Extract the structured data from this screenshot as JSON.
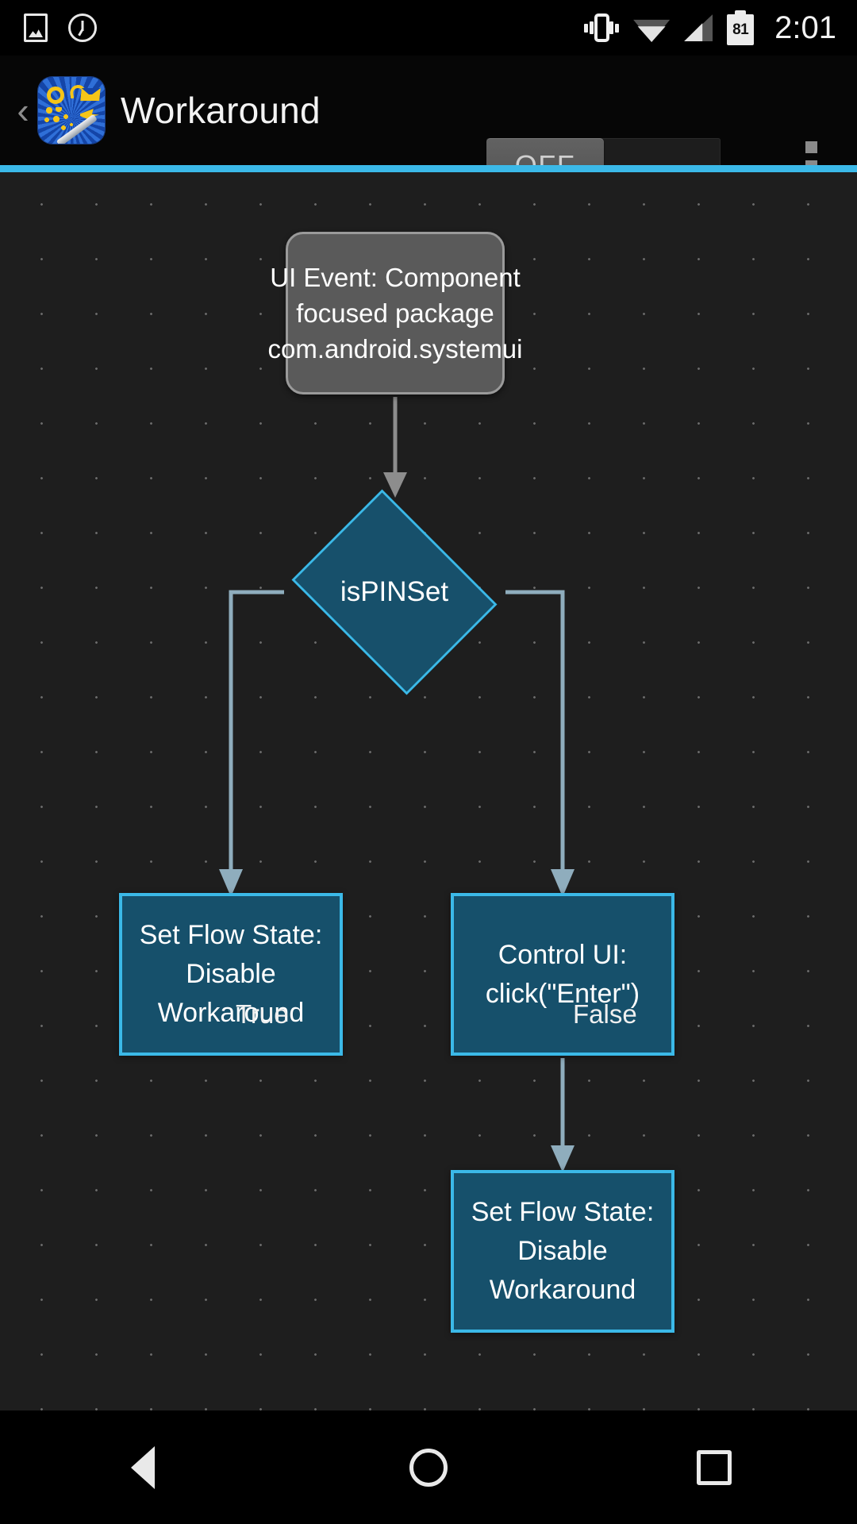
{
  "status_bar": {
    "icons": [
      "photo-icon",
      "alarm-icon",
      "vibrate-icon",
      "wifi-icon",
      "signal-icon",
      "battery-icon"
    ],
    "battery_level": "81",
    "clock": "2:01"
  },
  "app_bar": {
    "back_label": "‹",
    "app_icon_name": "workaround-app-icon",
    "title": "Workaround",
    "toggle": {
      "state_label": "OFF",
      "checked": false
    },
    "overflow_menu_name": "overflow-menu-icon",
    "accent_color": "#3bb9e8"
  },
  "canvas": {
    "background_color": "#1e1e1e",
    "grid": "dot-grid"
  },
  "flowchart": {
    "nodes": [
      {
        "id": "ui-event",
        "type": "event",
        "label": "UI Event: Component focused package com.android.systemui",
        "fill": "#5a5a5a",
        "border": "#9a9a9a"
      },
      {
        "id": "is-pin-set",
        "type": "decision",
        "label": "isPINSet",
        "fill": "#17506b",
        "border": "#3bb9e8"
      },
      {
        "id": "set-flow-state-true",
        "type": "action",
        "label": "Set Flow State: Disable Workaround",
        "fill": "#16506b",
        "border": "#3bb9e8"
      },
      {
        "id": "control-ui-click-enter",
        "type": "action",
        "label": "Control UI: click(\"Enter\")",
        "fill": "#16506b",
        "border": "#3bb9e8"
      },
      {
        "id": "set-flow-state-final",
        "type": "action",
        "label": "Set Flow State: Disable Workaround",
        "fill": "#16506b",
        "border": "#3bb9e8"
      }
    ],
    "edges": [
      {
        "from": "ui-event",
        "to": "is-pin-set",
        "label": "",
        "color": "#8d8d8d"
      },
      {
        "from": "is-pin-set",
        "to": "set-flow-state-true",
        "label": "True",
        "color": "#8fadbd"
      },
      {
        "from": "is-pin-set",
        "to": "control-ui-click-enter",
        "label": "False",
        "color": "#8fadbd"
      },
      {
        "from": "control-ui-click-enter",
        "to": "set-flow-state-final",
        "label": "",
        "color": "#8fadbd"
      }
    ]
  },
  "nav_bar": {
    "buttons": [
      {
        "name": "back-button",
        "icon": "triangle-back-icon"
      },
      {
        "name": "home-button",
        "icon": "circle-home-icon"
      },
      {
        "name": "recents-button",
        "icon": "square-recents-icon"
      }
    ]
  }
}
